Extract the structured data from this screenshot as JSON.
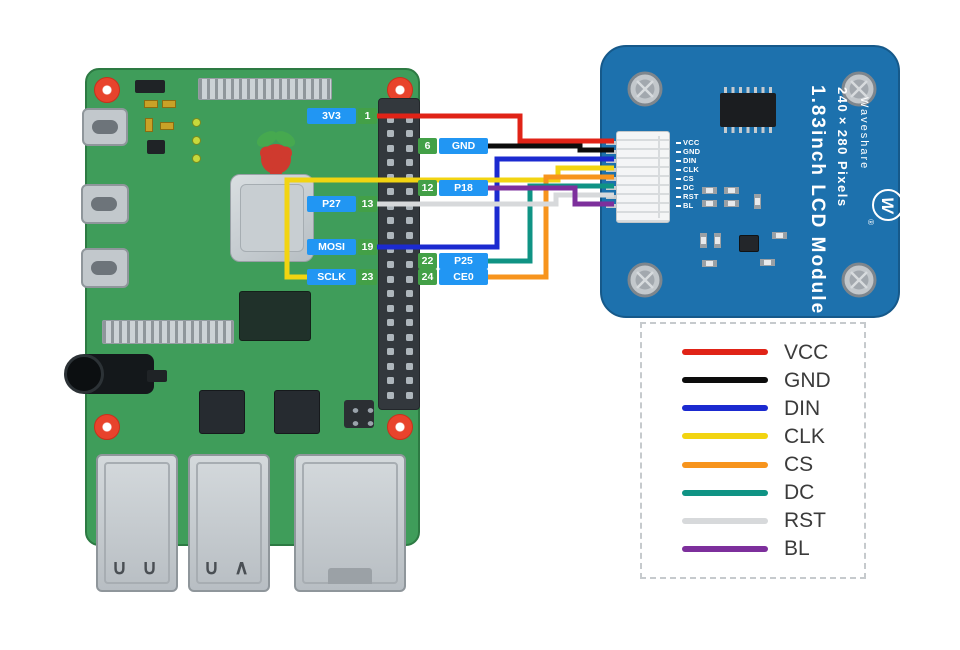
{
  "pi": {
    "gpio_badges": {
      "left": [
        {
          "name": "3V3",
          "pin": "1"
        },
        {
          "name": "P27",
          "pin": "13"
        },
        {
          "name": "MOSI",
          "pin": "19"
        },
        {
          "name": "SCLK",
          "pin": "23"
        }
      ],
      "right": [
        {
          "pin": "6",
          "name": "GND"
        },
        {
          "pin": "12",
          "name": "P18"
        },
        {
          "pin": "22",
          "name": "P25"
        },
        {
          "pin": "24",
          "name": "CE0"
        }
      ]
    },
    "usb_symbols": [
      "∪ ∪",
      "∪ ∧"
    ]
  },
  "lcd": {
    "title": "1.83inch LCD Module",
    "resolution": "240×280 Pixels",
    "brand": "Waveshare",
    "brand_initial": "W",
    "registered_mark": "®",
    "pins": [
      "VCC",
      "GND",
      "DIN",
      "CLK",
      "CS",
      "DC",
      "RST",
      "BL"
    ]
  },
  "wires": [
    {
      "signal": "VCC",
      "from": "Pi pin 1 (3V3)",
      "to": "VCC",
      "color": "#e02317"
    },
    {
      "signal": "GND",
      "from": "Pi pin 6 (GND)",
      "to": "GND",
      "color": "#0c0c0c"
    },
    {
      "signal": "DIN",
      "from": "Pi pin 19 (MOSI)",
      "to": "DIN",
      "color": "#1b2ad0"
    },
    {
      "signal": "CLK",
      "from": "Pi pin 23 (SCLK)",
      "to": "CLK",
      "color": "#f2d411"
    },
    {
      "signal": "CS",
      "from": "Pi pin 24 (CE0)",
      "to": "CS",
      "color": "#f7941d"
    },
    {
      "signal": "DC",
      "from": "Pi pin 22 (P25)",
      "to": "DC",
      "color": "#0f9384"
    },
    {
      "signal": "RST",
      "from": "Pi pin 13 (P27)",
      "to": "RST",
      "color": "#d7d9db"
    },
    {
      "signal": "BL",
      "from": "Pi pin 12 (P18)",
      "to": "BL",
      "color": "#7d2f9c"
    }
  ],
  "legend": {
    "items": [
      {
        "label": "VCC",
        "color": "#e02317"
      },
      {
        "label": "GND",
        "color": "#0c0c0c"
      },
      {
        "label": "DIN",
        "color": "#1b2ad0"
      },
      {
        "label": "CLK",
        "color": "#f2d411"
      },
      {
        "label": "CS",
        "color": "#f7941d"
      },
      {
        "label": "DC",
        "color": "#0f9384"
      },
      {
        "label": "RST",
        "color": "#d7d9db"
      },
      {
        "label": "BL",
        "color": "#7d2f9c"
      }
    ]
  },
  "colors": {
    "pi_pcb_green": "#3f9d5a",
    "lcd_pcb_blue": "#1d71ad",
    "badge_blue": "#2196f3",
    "badge_green": "#43a047"
  }
}
